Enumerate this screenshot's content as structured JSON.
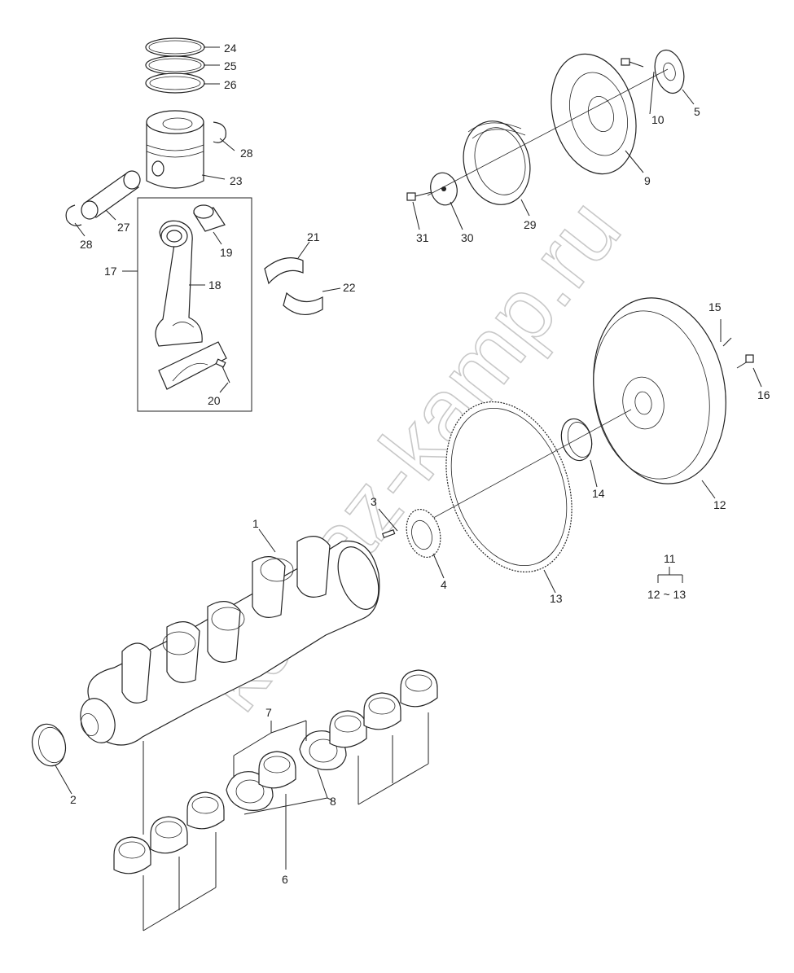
{
  "watermark": "kamaz-kamp.ru",
  "callouts": {
    "c1": "1",
    "c2": "2",
    "c3": "3",
    "c4": "4",
    "c5": "5",
    "c6": "6",
    "c7": "7",
    "c8": "8",
    "c9": "9",
    "c10": "10",
    "c11": "11",
    "c11r": "12 ~ 13",
    "c12": "12",
    "c13": "13",
    "c14": "14",
    "c15": "15",
    "c16": "16",
    "c17": "17",
    "c18": "18",
    "c19": "19",
    "c20": "20",
    "c21": "21",
    "c22": "22",
    "c23": "23",
    "c24": "24",
    "c25": "25",
    "c26": "26",
    "c27": "27",
    "c28a": "28",
    "c28b": "28",
    "c29": "29",
    "c30": "30",
    "c31": "31"
  }
}
